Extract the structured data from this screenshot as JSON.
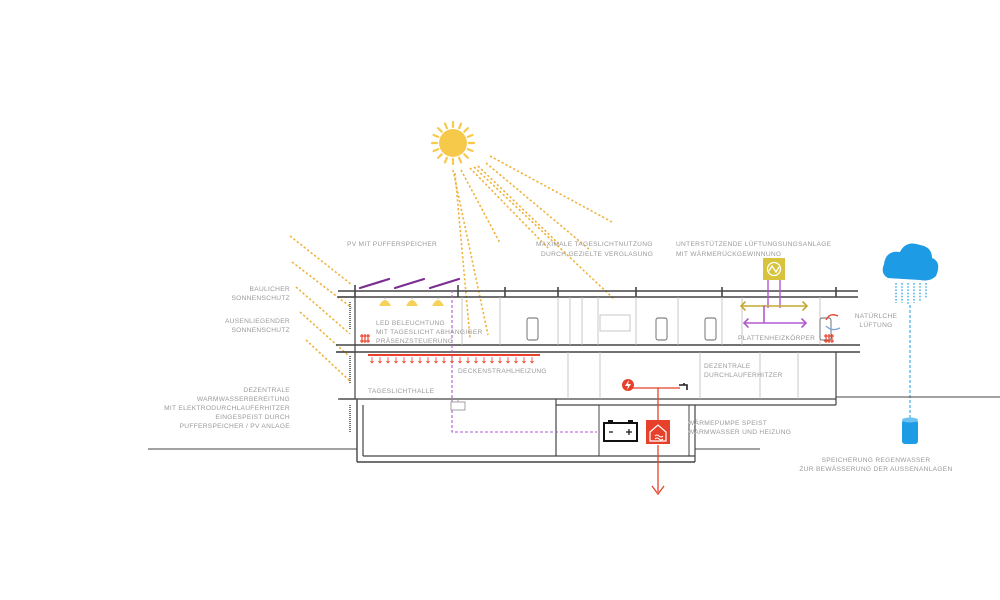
{
  "labels": {
    "pv": "PV MIT PUFFERSPEICHER",
    "daylight_1": "MAXIMALE TAGESLICHTNUTZUNG",
    "daylight_2": "DURCH GEZIELTE VERGLASUNG",
    "vent_1": "UNTERSTÜTZENDE LÜFTUNGSUNGSANLAGE",
    "vent_2": "MIT WÄRMERÜCKGEWINNUNG",
    "sunshade_1": "BAULICHER",
    "sunshade_2": "SONNENSCHUTZ",
    "ext_shade_1": "AUSENLIEGENDER",
    "ext_shade_2": "SONNENSCHUTZ",
    "led_1": "LED BELEUCHTUNG",
    "led_2": "MIT TAGESLICHT ABHÄNGIGER",
    "led_3": "PRÄSENZSTEUERUNG",
    "panel_heater": "PLATTENHEIZKÖRPER",
    "natural_vent_1": "NATÜRLCHE",
    "natural_vent_2": "LÜFTUNG",
    "hotwater_1": "DEZENTRALE",
    "hotwater_2": "WARMWASSERBEREITUNG",
    "hotwater_3": "MIT ELEKTRODURCHLAUFERHITZER",
    "hotwater_4": "EINGESPEIST DURCH",
    "hotwater_5": "PUFFERSPEICHER / PV ANLAGE",
    "ceiling_heat": "DECKENSTRAHLHEIZUNG",
    "daylight_hall": "TAGESLICHTHALLE",
    "flow_heater_1": "DEZENTRALE",
    "flow_heater_2": "DURCHLAUFERHITZER",
    "heatpump_1": "WÄRMEPUMPE SPEIST",
    "heatpump_2": "WARMWASSER UND HEIZUNG",
    "rain_1": "SPEICHERUNG REGENWASSER",
    "rain_2": "ZUR BEWÄSSERUNG DER AUSSENANLAGEN"
  },
  "colors": {
    "sun": "#f7c94b",
    "sun_ray": "#f0b23a",
    "pv_panel": "#7b2e91",
    "electric_line": "#b05ad0",
    "heating": "#e8412b",
    "structure": "#444444",
    "wall_light": "#bbbbbb",
    "ventilation_box": "#d8c43c",
    "ventilation_arrow": "#c6a830",
    "rain": "#1e9be5",
    "label": "#9a9a9a"
  },
  "icons": {
    "sun": "sun-icon",
    "cloud": "rain-cloud-icon",
    "battery": "battery-icon",
    "heat_pump": "heat-pump-icon",
    "flow_heater": "lightning-bolt-icon",
    "ventilation": "heat-recovery-icon",
    "tap": "water-tap-icon",
    "tank": "rainwater-tank-icon"
  }
}
